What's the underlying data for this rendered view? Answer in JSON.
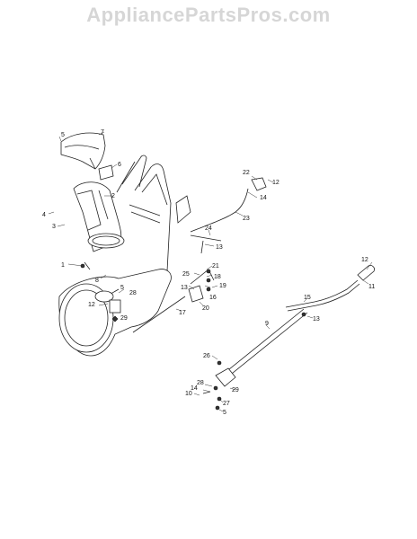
{
  "watermark": "AppliancePartsPros.com",
  "callouts": [
    {
      "label": "7"
    },
    {
      "label": "5"
    },
    {
      "label": "6"
    },
    {
      "label": "2"
    },
    {
      "label": "4"
    },
    {
      "label": "3"
    },
    {
      "label": "1"
    },
    {
      "label": "8"
    },
    {
      "label": "5"
    },
    {
      "label": "28"
    },
    {
      "label": "12"
    },
    {
      "label": "29"
    },
    {
      "label": "22"
    },
    {
      "label": "12"
    },
    {
      "label": "14"
    },
    {
      "label": "23"
    },
    {
      "label": "24"
    },
    {
      "label": "13"
    },
    {
      "label": "25"
    },
    {
      "label": "21"
    },
    {
      "label": "18"
    },
    {
      "label": "13"
    },
    {
      "label": "16"
    },
    {
      "label": "19"
    },
    {
      "label": "20"
    },
    {
      "label": "17"
    },
    {
      "label": "12"
    },
    {
      "label": "11"
    },
    {
      "label": "15"
    },
    {
      "label": "13"
    },
    {
      "label": "9"
    },
    {
      "label": "26"
    },
    {
      "label": "28"
    },
    {
      "label": "14"
    },
    {
      "label": "10"
    },
    {
      "label": "29"
    },
    {
      "label": "27"
    },
    {
      "label": "5"
    }
  ]
}
